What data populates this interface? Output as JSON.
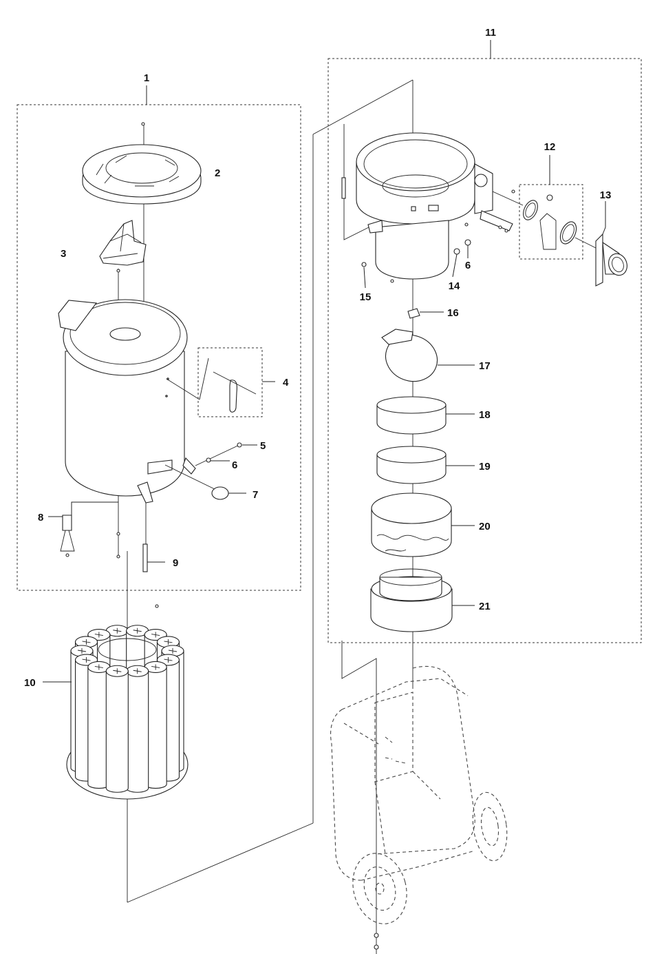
{
  "figure": {
    "callouts": [
      "1",
      "2",
      "3",
      "4",
      "5",
      "6",
      "7",
      "8",
      "9",
      "10",
      "11",
      "12",
      "13",
      "6",
      "14",
      "15",
      "16",
      "17",
      "18",
      "19",
      "20",
      "21"
    ]
  }
}
